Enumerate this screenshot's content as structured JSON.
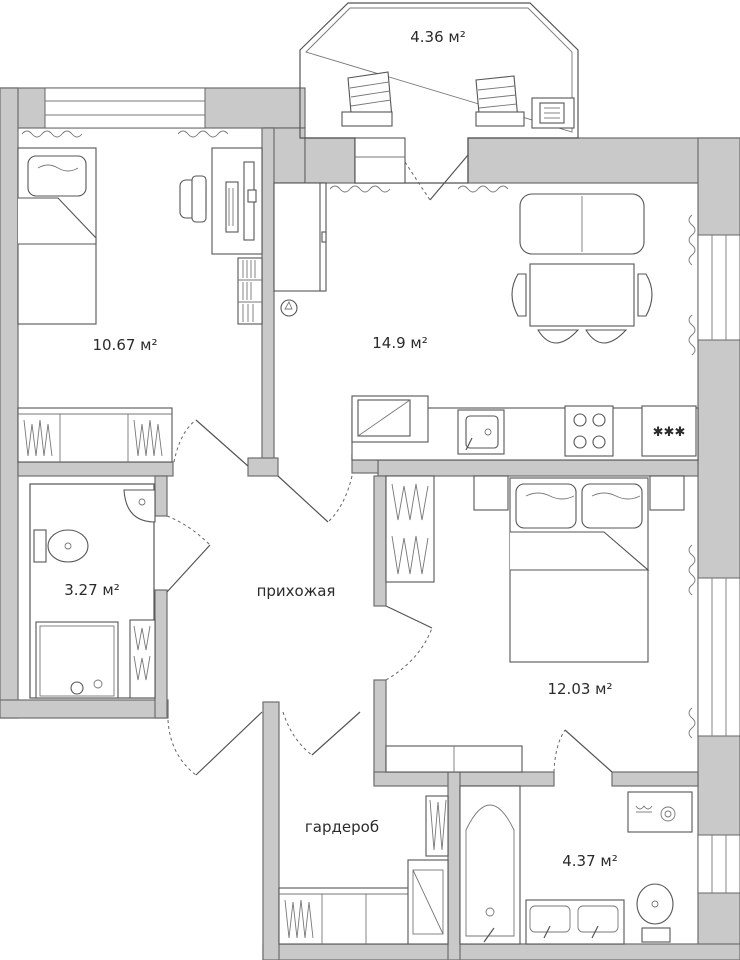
{
  "rooms": {
    "balcony_area": "4.36 м²",
    "bedroom_left_area": "10.67 м²",
    "living_area": "14.9 м²",
    "bathroom_small_area": "3.27 м²",
    "hallway_name": "прихожая",
    "bedroom_right_area": "12.03 м²",
    "wardrobe_name": "гардероб",
    "bathroom_large_area": "4.37 м²"
  },
  "appliances": {
    "hob_symbol": "✱✱✱"
  },
  "colors": {
    "wall_fill": "#c9c9c9",
    "line": "#555555",
    "background": "#ffffff"
  }
}
